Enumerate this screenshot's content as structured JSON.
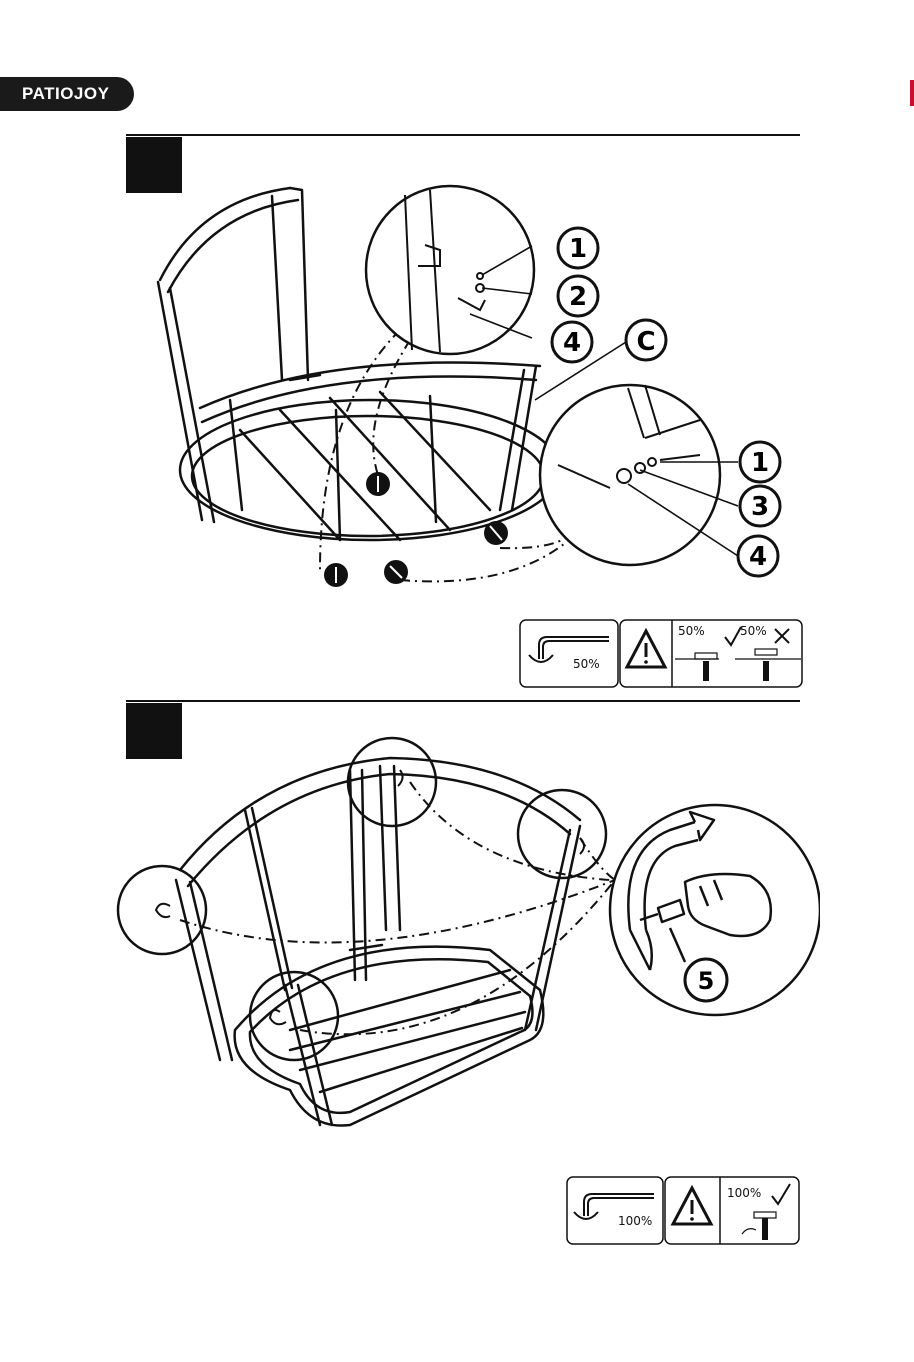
{
  "brand": {
    "logo_text": "PATIOJOY",
    "accent": "#c8102e"
  },
  "step1": {
    "callouts_top": [
      "1",
      "2",
      "4"
    ],
    "callout_letter": "C",
    "callouts_right": [
      "1",
      "3",
      "4"
    ],
    "tighten_percent": "50%",
    "warn_ok_percent": "50%",
    "warn_bad_percent": "50%"
  },
  "step2": {
    "callout": "5",
    "tighten_percent": "100%",
    "warn_ok_percent": "100%"
  }
}
